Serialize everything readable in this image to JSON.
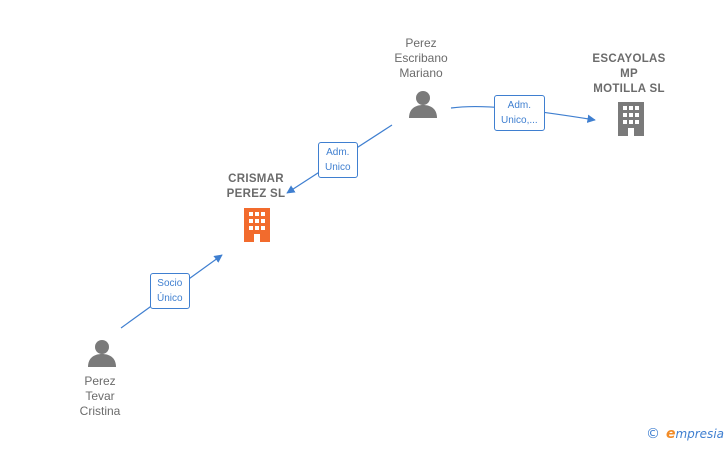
{
  "nodes": {
    "perez_escribano": {
      "label": "Perez\nEscribano\nMariano",
      "icon": "person-icon"
    },
    "escayolas": {
      "label": "ESCAYOLAS\nMP\nMOTILLA SL",
      "icon": "building-icon"
    },
    "crismar": {
      "label": "CRISMAR\nPEREZ  SL",
      "icon": "building-icon"
    },
    "perez_tevar": {
      "label": "Perez\nTevar\nCristina",
      "icon": "person-icon"
    }
  },
  "edges": {
    "adm_unico_1": {
      "label": "Adm.\nUnico,..."
    },
    "adm_unico_2": {
      "label": "Adm.\nUnico"
    },
    "socio_unico": {
      "label": "Socio\nÚnico"
    }
  },
  "colors": {
    "edge": "#3f7fd0",
    "person": "#7a7a7a",
    "building": "#7a7a7a",
    "building_highlight": "#f26b2d"
  },
  "brand": {
    "copyright": "©",
    "e": "e",
    "name": "mpresia"
  }
}
